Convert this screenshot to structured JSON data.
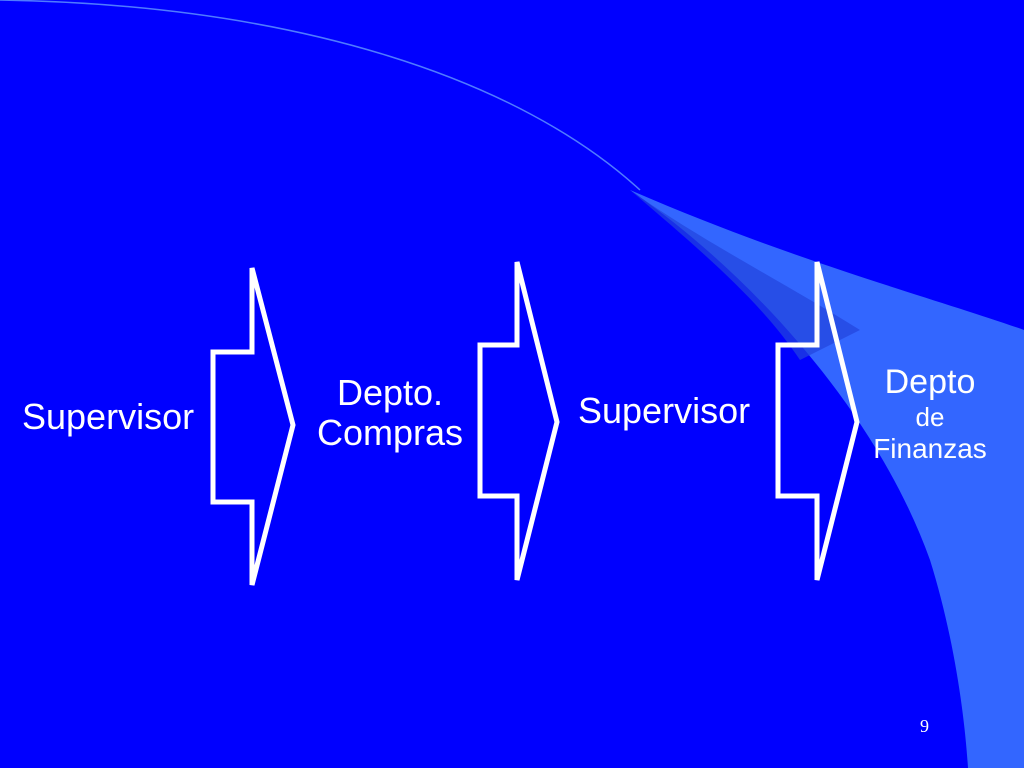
{
  "slide": {
    "background_color": "#0000FF",
    "accent_color": "#3366FF",
    "page_number": "9"
  },
  "flow": {
    "steps": [
      {
        "name": "supervisor-1",
        "lines": [
          "Supervisor"
        ]
      },
      {
        "name": "depto-compras",
        "lines": [
          "Depto.",
          "Compras"
        ]
      },
      {
        "name": "supervisor-2",
        "lines": [
          "Supervisor"
        ]
      },
      {
        "name": "depto-finanzas",
        "lines": [
          "Depto",
          "de",
          "Finanzas"
        ]
      }
    ],
    "connector_icon": "arrow-right-icon",
    "connector_count": 3
  }
}
